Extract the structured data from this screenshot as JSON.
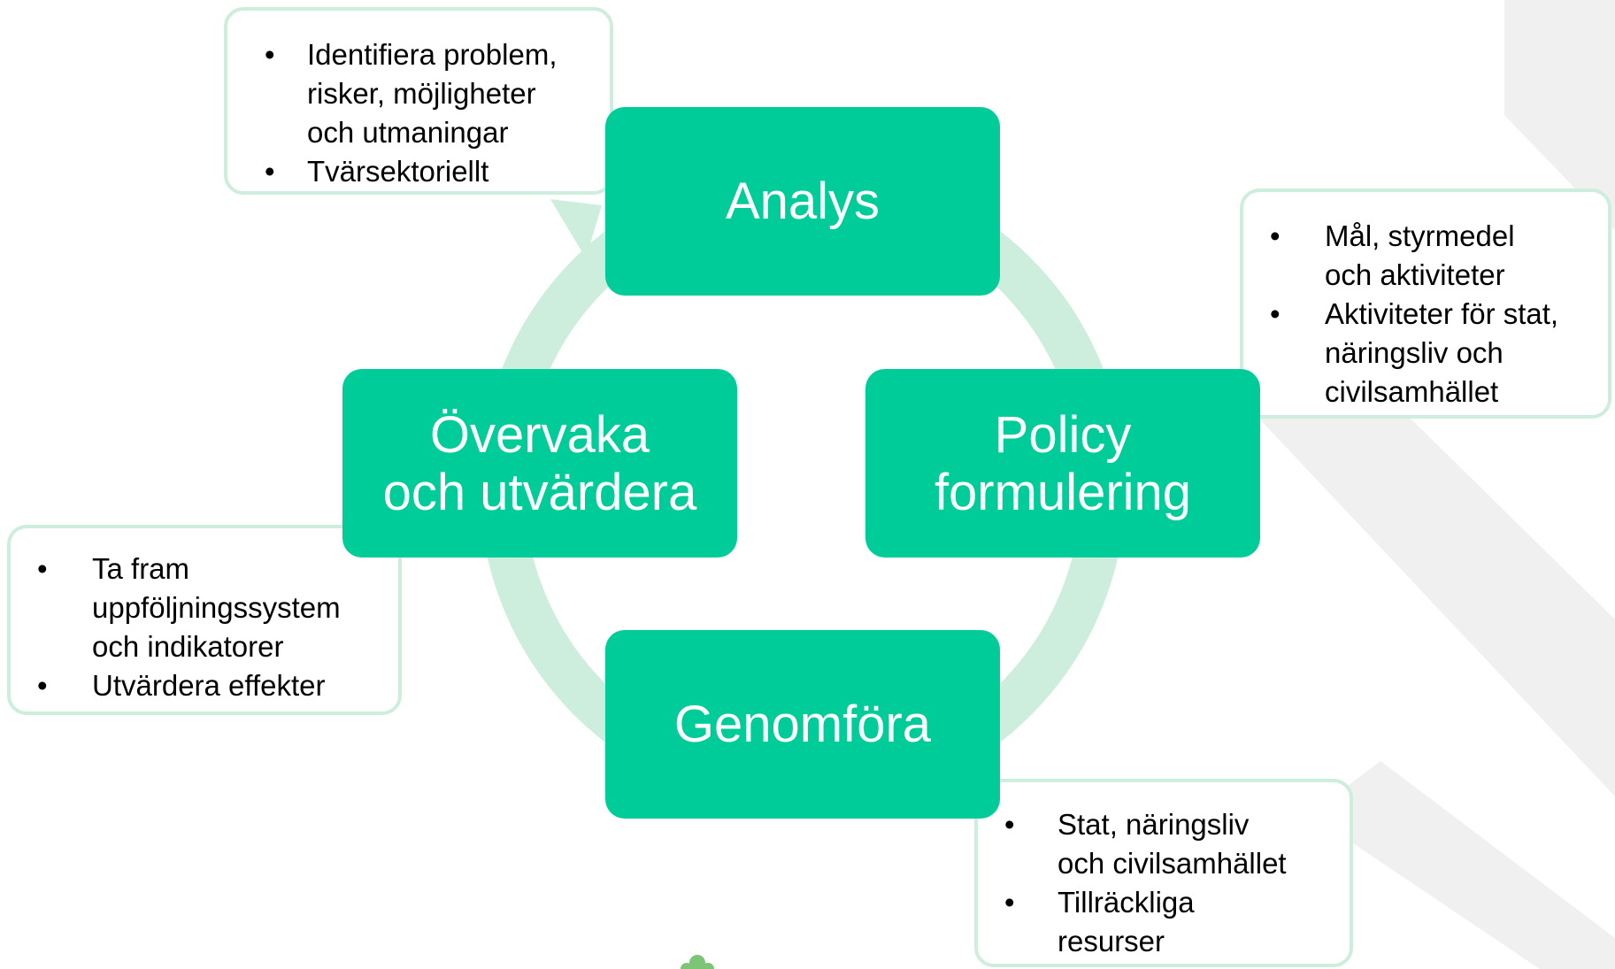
{
  "colors": {
    "stage_fill": "#00cc9a",
    "stage_text": "#ffffff",
    "cycle_ring": "#cdeedd",
    "note_border": "#cdeedd",
    "background_stripes": "#f0f0f0"
  },
  "stages": {
    "analys": {
      "lines": [
        "Analys"
      ]
    },
    "policy": {
      "lines": [
        "Policy",
        "formulering"
      ]
    },
    "genomfora": {
      "lines": [
        "Genomföra"
      ]
    },
    "overvaka": {
      "lines": [
        "Övervaka",
        "och utvärdera"
      ]
    }
  },
  "notes": {
    "analys": {
      "bullet": "•",
      "items": [
        [
          "Identifiera problem,",
          "risker, möjligheter",
          "och utmaningar"
        ],
        [
          "Tvärsektoriellt"
        ]
      ]
    },
    "policy": {
      "bullet": "•",
      "items": [
        [
          "Mål, styrmedel",
          "och aktiviteter"
        ],
        [
          "Aktiviteter för stat,",
          "näringsliv och",
          "civilsamhället"
        ]
      ]
    },
    "genomfora": {
      "bullet": "•",
      "items": [
        [
          "Stat, näringsliv",
          "och civilsamhället"
        ],
        [
          "Tillräckliga",
          "resurser"
        ]
      ]
    },
    "overvaka": {
      "bullet": "•",
      "items": [
        [
          "Ta fram",
          "uppföljningssystem",
          "och indikatorer"
        ],
        [
          "Utvärdera effekter"
        ]
      ]
    }
  },
  "decor": {
    "logo_icon": "figure-logo-icon"
  }
}
